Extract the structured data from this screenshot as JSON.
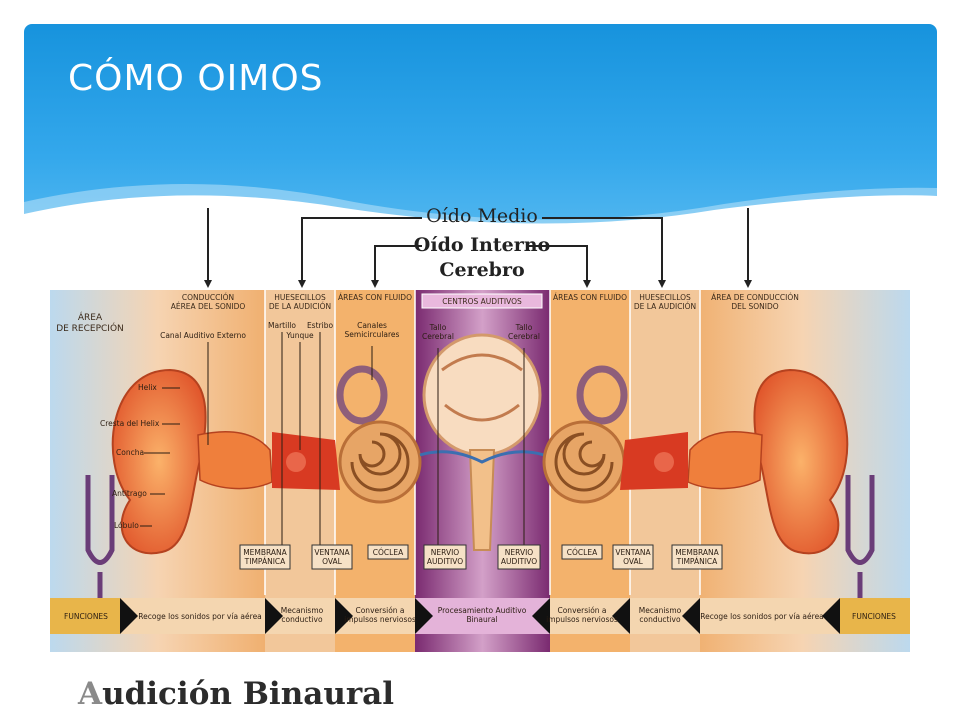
{
  "slide": {
    "title": "CÓMO OIMOS",
    "caption_first_letter": "A",
    "caption_rest": "udición Binaural"
  },
  "diagram": {
    "top_labels": {
      "middle_ear": "Oído Medio",
      "inner_ear": "Oído Interno",
      "brain": "Cerebro"
    },
    "reception": [
      "ÁREA",
      "DE RECEPCIÓN"
    ],
    "zones": {
      "conduction_left": [
        "CONDUCCIÓN",
        "AÉREA DEL SONIDO"
      ],
      "ossicles_left": [
        "HUESECILLOS",
        "DE LA AUDICIÓN"
      ],
      "fluid_left": [
        "ÁREAS CON FLUIDO"
      ],
      "centers": [
        "CENTROS AUDITIVOS"
      ],
      "fluid_right": [
        "ÁREAS CON FLUIDO"
      ],
      "ossicles_right": [
        "HUESECILLOS",
        "DE LA AUDICIÓN"
      ],
      "conduction_right": [
        "ÁREA DE CONDUCCIÓN",
        "DEL SONIDO"
      ]
    },
    "parts": {
      "canal": "Canal Auditivo Externo",
      "martillo": "Martillo",
      "estribo": "Estribo",
      "yunque": "Yunque",
      "canales": [
        "Canales",
        "Semicirculares"
      ],
      "tallo_left": [
        "Tallo",
        "Cerebral"
      ],
      "tallo_right": [
        "Tallo",
        "Cerebral"
      ],
      "helix": "Helix",
      "cresta": "Cresta del Helix",
      "concha": "Concha",
      "antitrago": "Antitrago",
      "lobulo": "Lóbulo"
    },
    "boxes": {
      "membrana_left": [
        "MEMBRANA",
        "TIMPÁNICA"
      ],
      "ventana_left": [
        "VENTANA",
        "OVAL"
      ],
      "coclea_left": "CÓCLEA",
      "nervio_left": [
        "NERVIO",
        "AUDITIVO"
      ],
      "nervio_right": [
        "NERVIO",
        "AUDITIVO"
      ],
      "coclea_right": "CÓCLEA",
      "ventana_right": [
        "VENTANA",
        "OVAL"
      ],
      "membrana_right": [
        "MEMBRANA",
        "TIMPÁNICA"
      ]
    },
    "functions": {
      "funciones_left": "FUNCIONES",
      "recoge_left": "Recoge los sonidos por vía aérea",
      "mecanismo_left": [
        "Mecanismo",
        "conductivo"
      ],
      "conversion_left": [
        "Conversión a",
        "impulsos nerviosos"
      ],
      "procesamiento": [
        "Procesamiento Auditivo",
        "Binaural"
      ],
      "conversion_right": [
        "Conversión a",
        "impulsos nerviosos"
      ],
      "mecanismo_right": [
        "Mecanismo",
        "conductivo"
      ],
      "recoge_right": "Recoge los sonidos por vía aérea",
      "funciones_right": "FUNCIONES"
    }
  },
  "colors": {
    "banner": "#1793dd",
    "title": "#ffffff",
    "caption": "#2c2c2c",
    "panel_orange": "#f0a64a",
    "center_purple": "#8c2f7a"
  }
}
